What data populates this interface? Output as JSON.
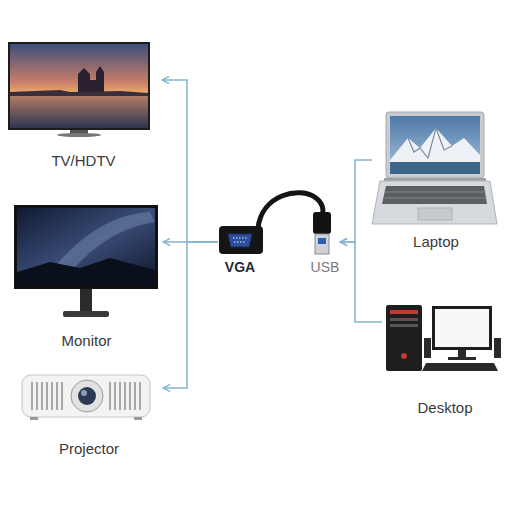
{
  "diagram": {
    "nodes": [
      {
        "text": [
          "TV/HDTV"
        ]
      },
      {
        "text": [
          "Monitor"
        ]
      },
      {
        "text": [
          "Projector"
        ]
      },
      {
        "text": [
          "VGA",
          "USB"
        ]
      },
      {
        "text": [
          "Laptop"
        ]
      },
      {
        "text": [
          "Desktop"
        ]
      }
    ],
    "edges": [
      {
        "from": 3,
        "to": 0,
        "arrow": "to"
      },
      {
        "from": 3,
        "to": 1,
        "arrow": "to"
      },
      {
        "from": 3,
        "to": 2,
        "arrow": "to"
      },
      {
        "from": 4,
        "to": 3,
        "arrow": "to"
      },
      {
        "from": 5,
        "to": 3,
        "arrow": "to"
      }
    ]
  }
}
